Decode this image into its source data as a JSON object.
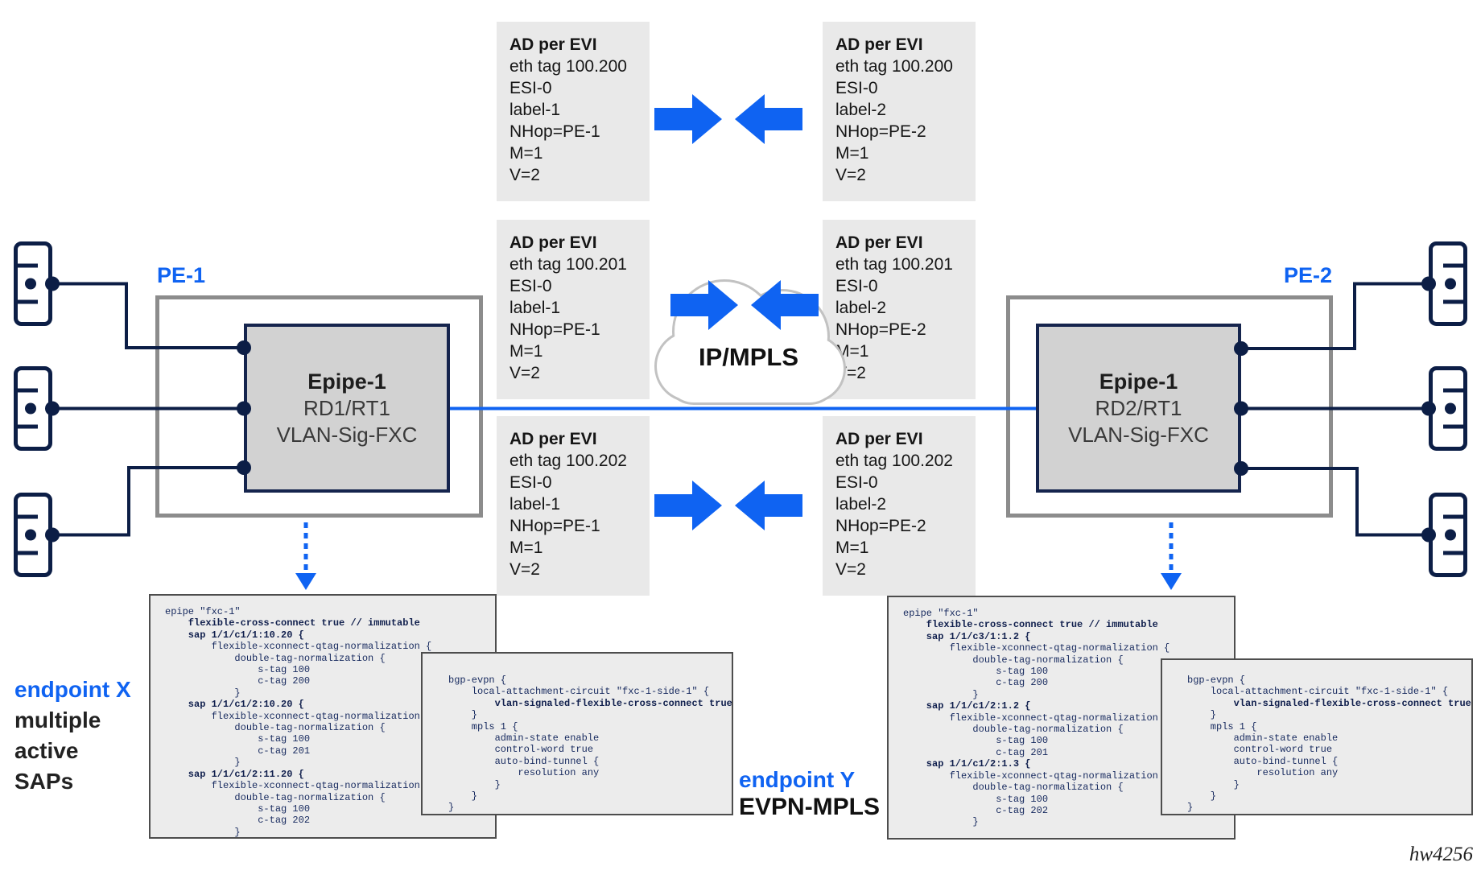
{
  "labels": {
    "pe1": "PE-1",
    "pe2": "PE-2",
    "cloud": "IP/MPLS",
    "figure_id": "hw4256",
    "endpoint_x_title": "endpoint X",
    "endpoint_x_lines": [
      "multiple",
      "active",
      "SAPs"
    ],
    "endpoint_y_title": "endpoint Y",
    "endpoint_y_subtitle": "EVPN-MPLS"
  },
  "epipe1": {
    "title": "Epipe-1",
    "rd_rt": "RD1/RT1",
    "mode": "VLAN-Sig-FXC"
  },
  "epipe2": {
    "title": "Epipe-1",
    "rd_rt": "RD2/RT1",
    "mode": "VLAN-Sig-FXC"
  },
  "ad_routes": {
    "left": [
      {
        "title": "AD per EVI",
        "lines": [
          "eth tag 100.200",
          "ESI-0",
          "label-1",
          "NHop=PE-1",
          "M=1",
          "V=2"
        ]
      },
      {
        "title": "AD per EVI",
        "lines": [
          "eth tag 100.201",
          "ESI-0",
          "label-1",
          "NHop=PE-1",
          "M=1",
          "V=2"
        ]
      },
      {
        "title": "AD per EVI",
        "lines": [
          "eth tag 100.202",
          "ESI-0",
          "label-1",
          "NHop=PE-1",
          "M=1",
          "V=2"
        ]
      }
    ],
    "right": [
      {
        "title": "AD per EVI",
        "lines": [
          "eth tag 100.200",
          "ESI-0",
          "label-2",
          "NHop=PE-2",
          "M=1",
          "V=2"
        ]
      },
      {
        "title": "AD per EVI",
        "lines": [
          "eth tag 100.201",
          "ESI-0",
          "label-2",
          "NHop=PE-2",
          "M=1",
          "V=2"
        ]
      },
      {
        "title": "AD per EVI",
        "lines": [
          "eth tag 100.202",
          "ESI-0",
          "label-2",
          "NHop=PE-2",
          "M=1",
          "V=2"
        ]
      }
    ]
  },
  "code": {
    "pe1_epipe": [
      {
        "t": "epipe \"fxc-1\"",
        "b": false
      },
      {
        "t": "    flexible-cross-connect true // immutable",
        "b": true
      },
      {
        "t": "    sap 1/1/c1/1:10.20 {",
        "b": true
      },
      {
        "t": "        flexible-xconnect-qtag-normalization {",
        "b": false
      },
      {
        "t": "            double-tag-normalization {",
        "b": false
      },
      {
        "t": "                s-tag 100",
        "b": false
      },
      {
        "t": "                c-tag 200",
        "b": false
      },
      {
        "t": "            }",
        "b": false
      },
      {
        "t": "    sap 1/1/c1/2:10.20 {",
        "b": true
      },
      {
        "t": "        flexible-xconnect-qtag-normalization {",
        "b": false
      },
      {
        "t": "            double-tag-normalization {",
        "b": false
      },
      {
        "t": "                s-tag 100",
        "b": false
      },
      {
        "t": "                c-tag 201",
        "b": false
      },
      {
        "t": "            }",
        "b": false
      },
      {
        "t": "    sap 1/1/c1/2:11.20 {",
        "b": true
      },
      {
        "t": "        flexible-xconnect-qtag-normalization {",
        "b": false
      },
      {
        "t": "            double-tag-normalization {",
        "b": false
      },
      {
        "t": "                s-tag 100",
        "b": false
      },
      {
        "t": "                c-tag 202",
        "b": false
      },
      {
        "t": "            }",
        "b": false
      }
    ],
    "pe1_bgp": [
      {
        "t": "bgp-evpn {",
        "b": false
      },
      {
        "t": "    local-attachment-circuit \"fxc-1-side-1\" {",
        "b": false
      },
      {
        "t": "        vlan-signaled-flexible-cross-connect true",
        "b": true
      },
      {
        "t": "    }",
        "b": false
      },
      {
        "t": "    mpls 1 {",
        "b": false
      },
      {
        "t": "        admin-state enable",
        "b": false
      },
      {
        "t": "        control-word true",
        "b": false
      },
      {
        "t": "        auto-bind-tunnel {",
        "b": false
      },
      {
        "t": "            resolution any",
        "b": false
      },
      {
        "t": "        }",
        "b": false
      },
      {
        "t": "    }",
        "b": false
      },
      {
        "t": "}",
        "b": false
      }
    ],
    "pe2_epipe": [
      {
        "t": "epipe \"fxc-1\"",
        "b": false
      },
      {
        "t": "    flexible-cross-connect true // immutable",
        "b": true
      },
      {
        "t": "    sap 1/1/c3/1:1.2 {",
        "b": true
      },
      {
        "t": "        flexible-xconnect-qtag-normalization {",
        "b": false
      },
      {
        "t": "            double-tag-normalization {",
        "b": false
      },
      {
        "t": "                s-tag 100",
        "b": false
      },
      {
        "t": "                c-tag 200",
        "b": false
      },
      {
        "t": "            }",
        "b": false
      },
      {
        "t": "    sap 1/1/c1/2:1.2 {",
        "b": true
      },
      {
        "t": "        flexible-xconnect-qtag-normalization {",
        "b": false
      },
      {
        "t": "            double-tag-normalization {",
        "b": false
      },
      {
        "t": "                s-tag 100",
        "b": false
      },
      {
        "t": "                c-tag 201",
        "b": false
      },
      {
        "t": "    sap 1/1/c1/2:1.3 {",
        "b": true
      },
      {
        "t": "        flexible-xconnect-qtag-normalization {",
        "b": false
      },
      {
        "t": "            double-tag-normalization {",
        "b": false
      },
      {
        "t": "                s-tag 100",
        "b": false
      },
      {
        "t": "                c-tag 202",
        "b": false
      },
      {
        "t": "            }",
        "b": false
      }
    ],
    "pe2_bgp": [
      {
        "t": "bgp-evpn {",
        "b": false
      },
      {
        "t": "    local-attachment-circuit \"fxc-1-side-1\" {",
        "b": false
      },
      {
        "t": "        vlan-signaled-flexible-cross-connect true",
        "b": true
      },
      {
        "t": "    }",
        "b": false
      },
      {
        "t": "    mpls 1 {",
        "b": false
      },
      {
        "t": "        admin-state enable",
        "b": false
      },
      {
        "t": "        control-word true",
        "b": false
      },
      {
        "t": "        auto-bind-tunnel {",
        "b": false
      },
      {
        "t": "            resolution any",
        "b": false
      },
      {
        "t": "        }",
        "b": false
      },
      {
        "t": "    }",
        "b": false
      },
      {
        "t": "}",
        "b": false
      }
    ]
  },
  "colors": {
    "accent_blue": "#0f63f2",
    "line_navy": "#0c1e46",
    "ad_box_gray": "#e9e9e9",
    "code_box_gray": "#ececec",
    "code_text_navy": "#16295e",
    "pe_border_gray": "#8c8c8c",
    "epipe_fill_gray": "#d2d2d2"
  }
}
